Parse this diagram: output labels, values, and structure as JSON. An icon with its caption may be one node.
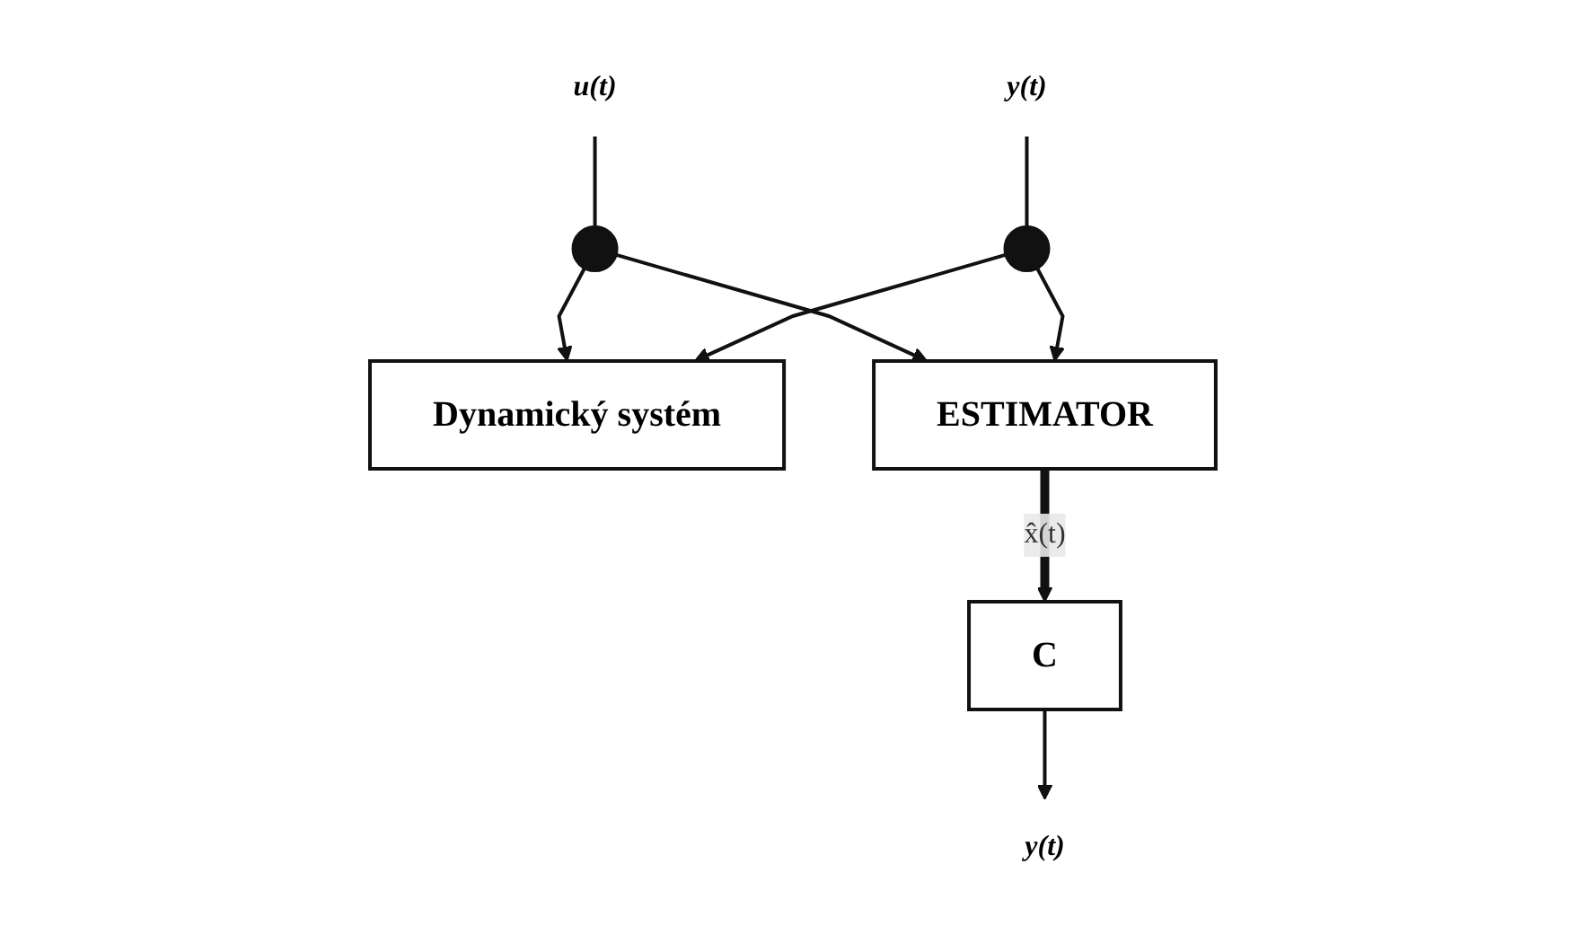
{
  "diagram": {
    "nodes": [
      {
        "text": [
          "u(t)"
        ]
      },
      {
        "text": [],
        "shape": "circle"
      },
      {
        "text": [
          "Dynamický systém"
        ]
      },
      {
        "text": [
          "ESTIMATOR"
        ]
      },
      {
        "text": [],
        "shape": "circle"
      },
      {
        "text": [
          "y(t)"
        ]
      },
      {
        "text": [
          "C"
        ]
      },
      {
        "text": [
          "y(t)"
        ]
      }
    ],
    "edges": [
      {
        "from": 0,
        "to": 1,
        "arrow": "none"
      },
      {
        "from": 1,
        "to": 2,
        "arrow": "to"
      },
      {
        "from": 1,
        "to": 3,
        "arrow": "to"
      },
      {
        "from": 5,
        "to": 4,
        "arrow": "none"
      },
      {
        "from": 4,
        "to": 2,
        "arrow": "to"
      },
      {
        "from": 4,
        "to": 3,
        "arrow": "to"
      },
      {
        "from": 3,
        "to": 6,
        "arrow": "to",
        "style": "thick",
        "label": "x̂(t)"
      },
      {
        "from": 6,
        "to": 7,
        "arrow": "to"
      }
    ]
  }
}
